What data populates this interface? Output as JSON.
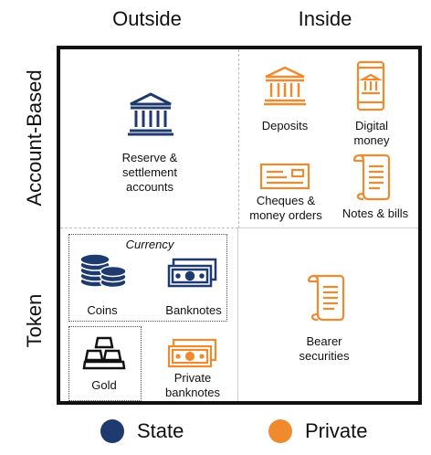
{
  "columns": {
    "outside": "Outside",
    "inside": "Inside"
  },
  "rows": {
    "account_based": "Account-Based",
    "token": "Token"
  },
  "cells": {
    "reserve": "Reserve &\nsettlement\naccounts",
    "deposits": "Deposits",
    "digital_money": "Digital\nmoney",
    "cheques": "Cheques &\nmoney orders",
    "notes_bills": "Notes & bills",
    "currency": "Currency",
    "coins": "Coins",
    "banknotes": "Banknotes",
    "gold": "Gold",
    "private_banknotes": "Private\nbanknotes",
    "bearer_securities": "Bearer\nsecurities"
  },
  "legend": [
    {
      "label": "State",
      "color": "#1f3a6e"
    },
    {
      "label": "Private",
      "color": "#f08a2e"
    }
  ],
  "colors": {
    "state": "#1f3a6e",
    "private": "#f08a2e"
  },
  "icons": {
    "reserve": "bank-icon",
    "deposits": "bank-icon",
    "digital_money": "phone-bank-icon",
    "cheques": "cheque-icon",
    "notes_bills": "scroll-icon",
    "coins": "coins-icon",
    "banknotes": "banknote-icon",
    "gold": "gold-bars-icon",
    "private_banknotes": "banknote-icon",
    "bearer_securities": "scroll-icon"
  }
}
